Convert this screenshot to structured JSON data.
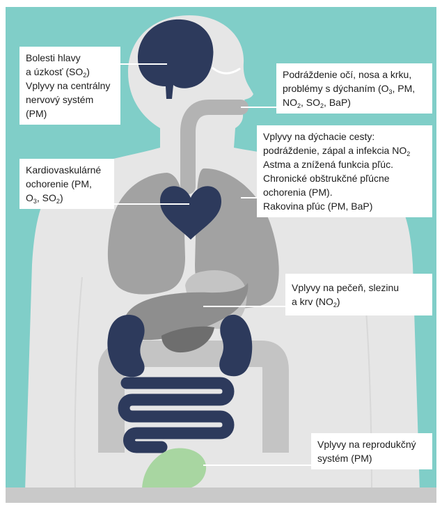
{
  "colors": {
    "background": "#80cec8",
    "body": "#e6e6e6",
    "arm_line": "#d8d8d8",
    "navy": "#2d3a5c",
    "lung": "#a2a2a2",
    "airway": "#b3b3b3",
    "organ_light": "#c4c4c4",
    "organ_mid": "#8e8e8e",
    "organ_dark": "#6e6e6e",
    "green": "#a8d6a1",
    "floor": "#c9c9c9",
    "leader": "#ffffff",
    "eye": "#ffffff"
  },
  "callouts": {
    "head": {
      "lines": [
        [
          "Bolesti hlavy"
        ],
        [
          "a úzkosť (SO",
          {
            "sub": "2"
          },
          ")"
        ],
        [
          "Vplyvy na centrálny"
        ],
        [
          "nervový systém"
        ],
        [
          "(PM)"
        ]
      ]
    },
    "eyes_nose": {
      "lines": [
        [
          "Podráždenie očí, nosa a krku,"
        ],
        [
          "problémy s dýchaním (O",
          {
            "sub": "3"
          },
          ", PM,"
        ],
        [
          "NO",
          {
            "sub": "2"
          },
          ", SO",
          {
            "sub": "2"
          },
          ", BaP)"
        ]
      ]
    },
    "airways": {
      "lines": [
        [
          "Vplyvy na dýchacie cesty:"
        ],
        [
          "podráždenie, zápal a infekcia NO",
          {
            "sub": "2"
          }
        ],
        [
          "Astma a znížená funkcia pľúc."
        ],
        [
          "Chronické obštrukčné pľúcne"
        ],
        [
          "ochorenia (PM)."
        ],
        [
          "Rakovina pľúc (PM, BaP)"
        ]
      ]
    },
    "cardio": {
      "lines": [
        [
          "Kardiovaskulárné"
        ],
        [
          "ochorenie (PM,"
        ],
        [
          "O",
          {
            "sub": "3"
          },
          ", SO",
          {
            "sub": "2"
          },
          ")"
        ]
      ]
    },
    "liver": {
      "lines": [
        [
          "Vplyvy na pečeň, slezinu"
        ],
        [
          "a krv (NO",
          {
            "sub": "2"
          },
          ")"
        ]
      ]
    },
    "reproductive": {
      "lines": [
        [
          "Vplyvy na reprodukčný"
        ],
        [
          "systém (PM)"
        ]
      ]
    }
  }
}
